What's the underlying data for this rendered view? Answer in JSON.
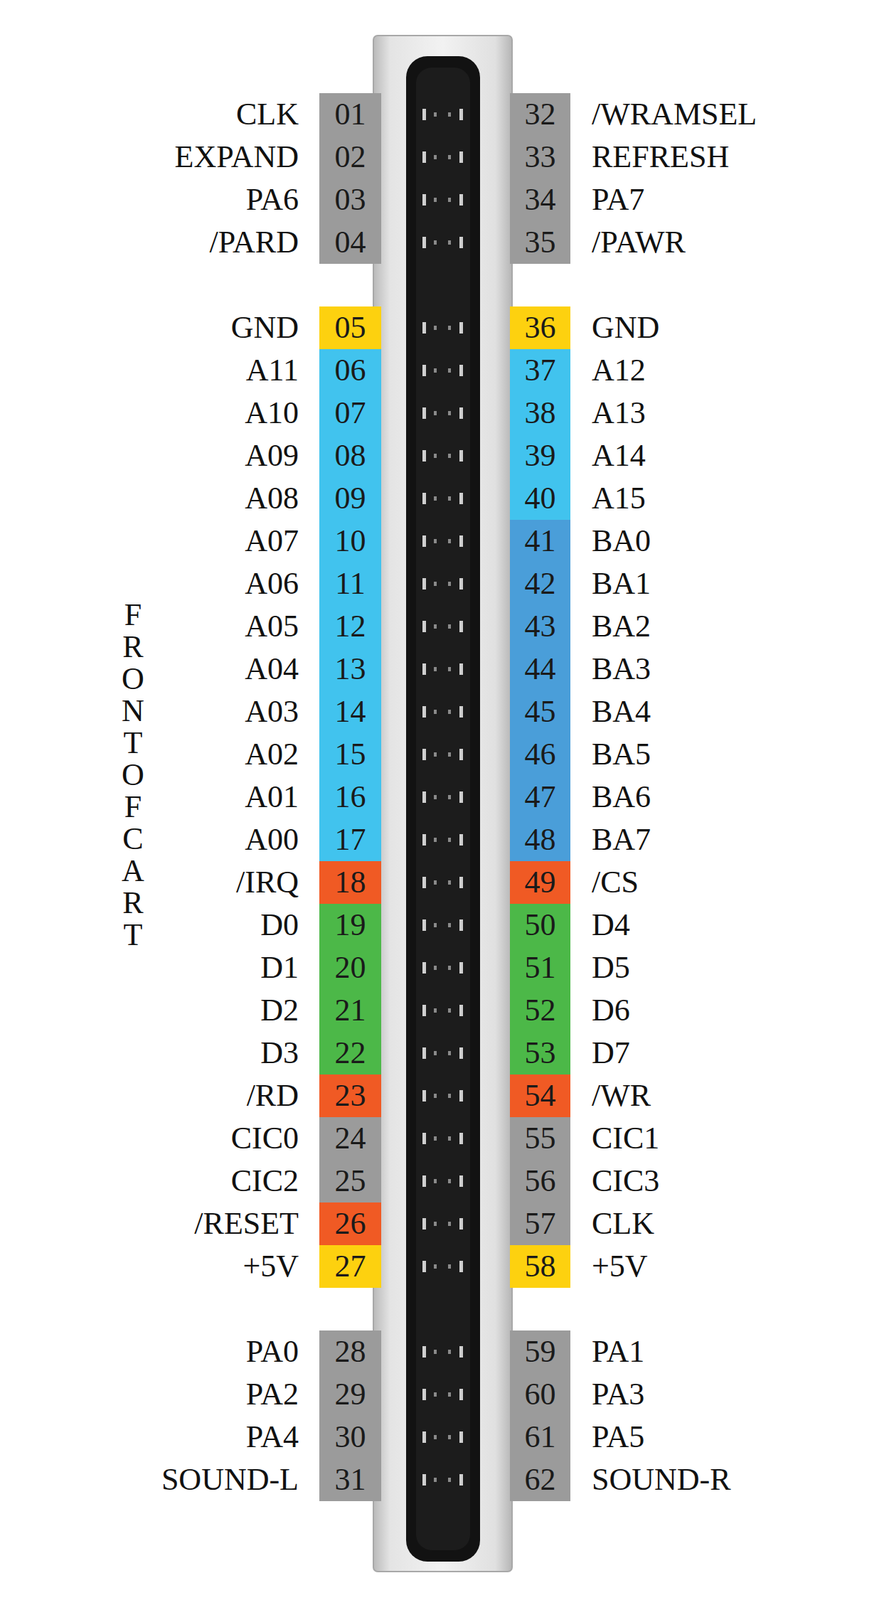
{
  "diagram": {
    "nodes": [
      {
        "text": [
          "CLK",
          "01"
        ]
      },
      {
        "text": [
          "32",
          "/WRAMSEL"
        ]
      },
      {
        "text": [
          "EXPAND",
          "02"
        ]
      },
      {
        "text": [
          "33",
          "REFRESH"
        ]
      },
      {
        "text": [
          "PA6",
          "03"
        ]
      },
      {
        "text": [
          "34",
          "PA7"
        ]
      },
      {
        "text": [
          "/PARD",
          "04"
        ]
      },
      {
        "text": [
          "35",
          "/PAWR"
        ]
      },
      {
        "text": [
          "GND",
          "05"
        ]
      },
      {
        "text": [
          "36",
          "GND"
        ]
      },
      {
        "text": [
          "A11",
          "06"
        ]
      },
      {
        "text": [
          "37",
          "A12"
        ]
      },
      {
        "text": [
          "A10",
          "07"
        ]
      },
      {
        "text": [
          "38",
          "A13"
        ]
      },
      {
        "text": [
          "A09",
          "08"
        ]
      },
      {
        "text": [
          "39",
          "A14"
        ]
      },
      {
        "text": [
          "A08",
          "09"
        ]
      },
      {
        "text": [
          "40",
          "A15"
        ]
      },
      {
        "text": [
          "A07",
          "10"
        ]
      },
      {
        "text": [
          "41",
          "BA0"
        ]
      },
      {
        "text": [
          "A06",
          "11"
        ]
      },
      {
        "text": [
          "42",
          "BA1"
        ]
      },
      {
        "text": [
          "A05",
          "12"
        ]
      },
      {
        "text": [
          "43",
          "BA2"
        ]
      },
      {
        "text": [
          "A04",
          "13"
        ]
      },
      {
        "text": [
          "44",
          "BA3"
        ]
      },
      {
        "text": [
          "A03",
          "14"
        ]
      },
      {
        "text": [
          "45",
          "BA4"
        ]
      },
      {
        "text": [
          "A02",
          "15"
        ]
      },
      {
        "text": [
          "46",
          "BA5"
        ]
      },
      {
        "text": [
          "A01",
          "16"
        ]
      },
      {
        "text": [
          "47",
          "BA6"
        ]
      },
      {
        "text": [
          "A00",
          "17"
        ]
      },
      {
        "text": [
          "48",
          "BA7"
        ]
      },
      {
        "text": [
          "/IRQ",
          "18"
        ]
      },
      {
        "text": [
          "49",
          "/CS"
        ]
      },
      {
        "text": [
          "D0",
          "19"
        ]
      },
      {
        "text": [
          "50",
          "D4"
        ]
      },
      {
        "text": [
          "D1",
          "20"
        ]
      },
      {
        "text": [
          "51",
          "D5"
        ]
      },
      {
        "text": [
          "D2",
          "21"
        ]
      },
      {
        "text": [
          "52",
          "D6"
        ]
      },
      {
        "text": [
          "D3",
          "22"
        ]
      },
      {
        "text": [
          "53",
          "D7"
        ]
      },
      {
        "text": [
          "/RD",
          "23"
        ]
      },
      {
        "text": [
          "54",
          "/WR"
        ]
      },
      {
        "text": [
          "CIC0",
          "24"
        ]
      },
      {
        "text": [
          "55",
          "CIC1"
        ]
      },
      {
        "text": [
          "CIC2",
          "25"
        ]
      },
      {
        "text": [
          "56",
          "CIC3"
        ]
      },
      {
        "text": [
          "/RESET",
          "26"
        ]
      },
      {
        "text": [
          "57",
          "CLK"
        ]
      },
      {
        "text": [
          "+5V",
          "27"
        ]
      },
      {
        "text": [
          "58",
          "+5V"
        ]
      },
      {
        "text": [
          "PA0",
          "28"
        ]
      },
      {
        "text": [
          "59",
          "PA1"
        ]
      },
      {
        "text": [
          "PA2",
          "29"
        ]
      },
      {
        "text": [
          "60",
          "PA3"
        ]
      },
      {
        "text": [
          "PA4",
          "30"
        ]
      },
      {
        "text": [
          "61",
          "PA5"
        ]
      },
      {
        "text": [
          "SOUND-L",
          "31"
        ]
      },
      {
        "text": [
          "62",
          "SOUND-R"
        ]
      }
    ],
    "labels": [
      "FRONT OF CART"
    ]
  }
}
